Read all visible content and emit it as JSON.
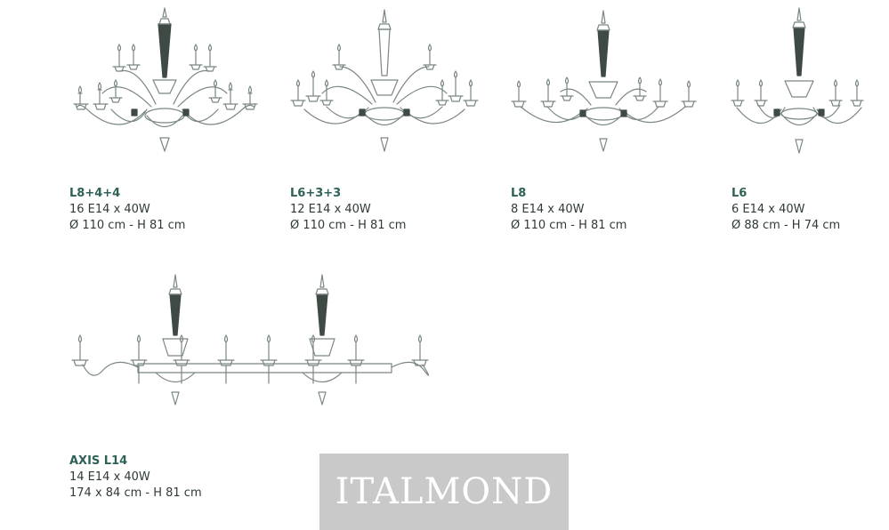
{
  "products": [
    {
      "model": "L8+4+4",
      "bulbs": "16 E14 x 40W",
      "size": "Ø 110 cm - H 81 cm"
    },
    {
      "model": "L6+3+3",
      "bulbs": "12 E14 x 40W",
      "size": "Ø 110 cm - H 81 cm"
    },
    {
      "model": "L8",
      "bulbs": "8 E14 x 40W",
      "size": "Ø 110 cm - H 81 cm"
    },
    {
      "model": "L6",
      "bulbs": "6 E14 x 40W",
      "size": "Ø 88 cm - H 74 cm"
    },
    {
      "model": "AXIS L14",
      "bulbs": "14 E14 x 40W",
      "size": "174 x 84 cm - H 81 cm"
    }
  ],
  "brand": {
    "name": "ITALMOND"
  }
}
